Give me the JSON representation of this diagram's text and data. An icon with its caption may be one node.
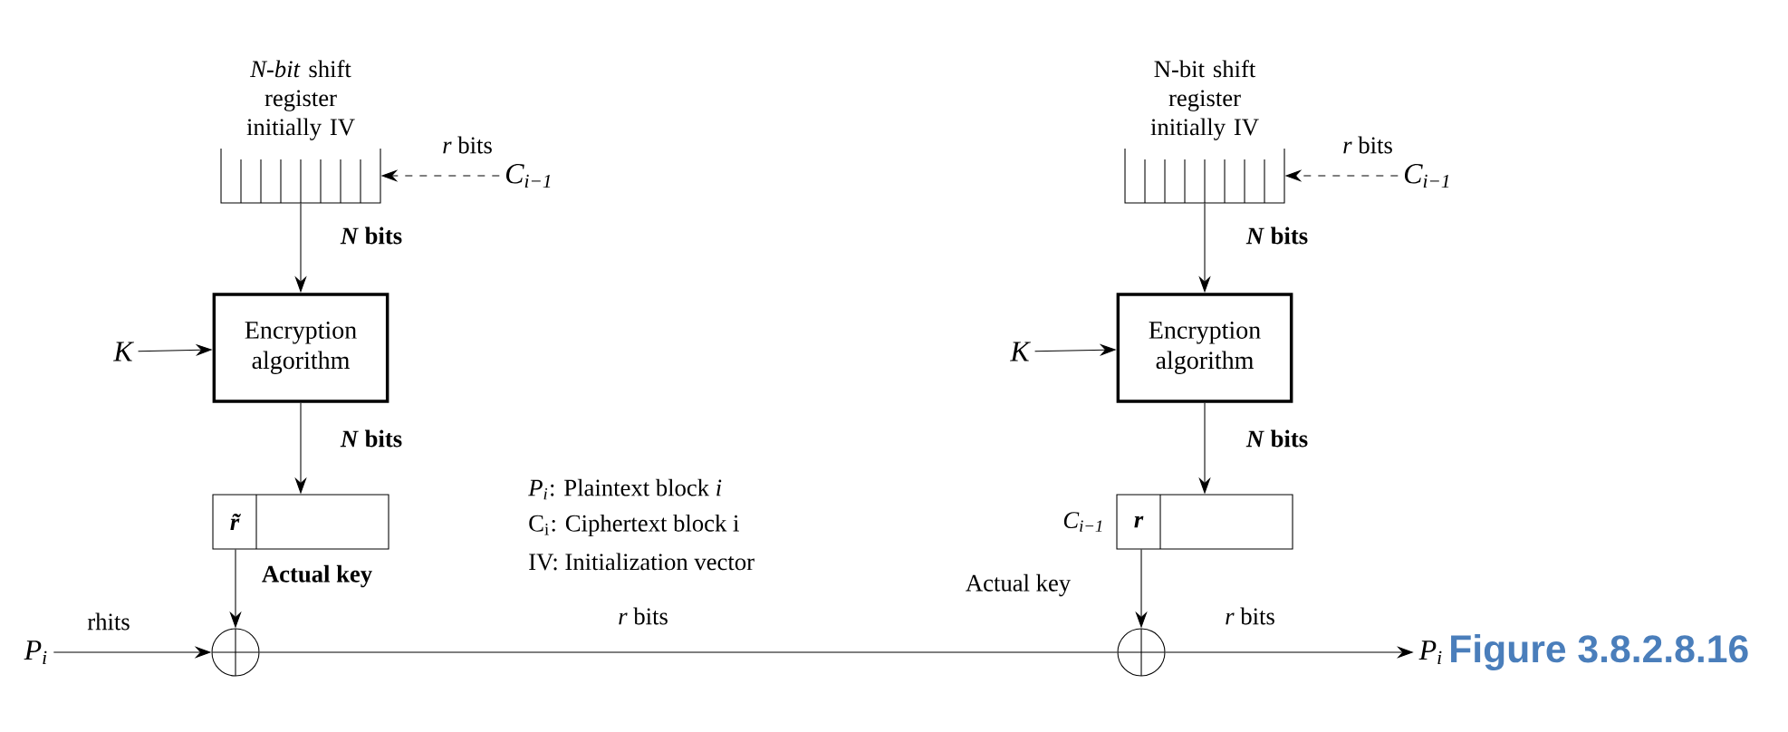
{
  "diagram": {
    "caption": "Figure 3.8.2.8.16",
    "nodes": [
      {
        "text": [
          "*N-bit* shift register initially IV"
        ]
      },
      {
        "text": [
          "C$_{i−1}$"
        ]
      },
      {
        "text": [
          "K"
        ]
      },
      {
        "text": [
          "Encryption algorithm"
        ]
      },
      {
        "text": [
          "r̃"
        ]
      },
      {
        "text": [],
        "shape": "circle"
      },
      {
        "text": [
          "P$_{i}$"
        ]
      },
      {
        "text": [
          "N-bit shift register initially IV"
        ]
      },
      {
        "text": [
          "C$_{i−1}$"
        ]
      },
      {
        "text": [
          "K"
        ]
      },
      {
        "text": [
          "Encryption algorithm"
        ]
      },
      {
        "text": [
          "r"
        ],
        "beside": [
          "C$_{i−1}$"
        ]
      },
      {
        "text": [],
        "shape": "circle"
      },
      {
        "text": [
          "P$_{i}$"
        ]
      }
    ],
    "edges": [
      {
        "from": 1,
        "to": 0,
        "arrow": "to",
        "style": "dashed",
        "label": "*r* bits"
      },
      {
        "from": 0,
        "to": 3,
        "arrow": "to",
        "label": "*N* bits"
      },
      {
        "from": 2,
        "to": 3,
        "arrow": "to"
      },
      {
        "from": 3,
        "to": 4,
        "arrow": "to",
        "label": "*N* bits"
      },
      {
        "from": 4,
        "to": 5,
        "arrow": "to",
        "label": "Actual key"
      },
      {
        "from": 6,
        "to": 5,
        "arrow": "to",
        "label": "rhits"
      },
      {
        "from": 5,
        "to": 12,
        "arrow": "none",
        "label": "*r* bits"
      },
      {
        "from": 8,
        "to": 7,
        "arrow": "to",
        "style": "dashed",
        "label": "*r* bits"
      },
      {
        "from": 7,
        "to": 10,
        "arrow": "to",
        "label": "*N* bits"
      },
      {
        "from": 9,
        "to": 10,
        "arrow": "to"
      },
      {
        "from": 10,
        "to": 11,
        "arrow": "to",
        "label": "*N* bits"
      },
      {
        "from": 11,
        "to": 12,
        "arrow": "to",
        "label": "Actual key"
      },
      {
        "from": 12,
        "to": 13,
        "arrow": "to",
        "label": "*r* bits"
      }
    ],
    "labels": [
      "*P$_{i}$*: Plaintext block *i*",
      "C$_{i}$: Ciphertext block i",
      "IV: Initialization vector"
    ]
  }
}
